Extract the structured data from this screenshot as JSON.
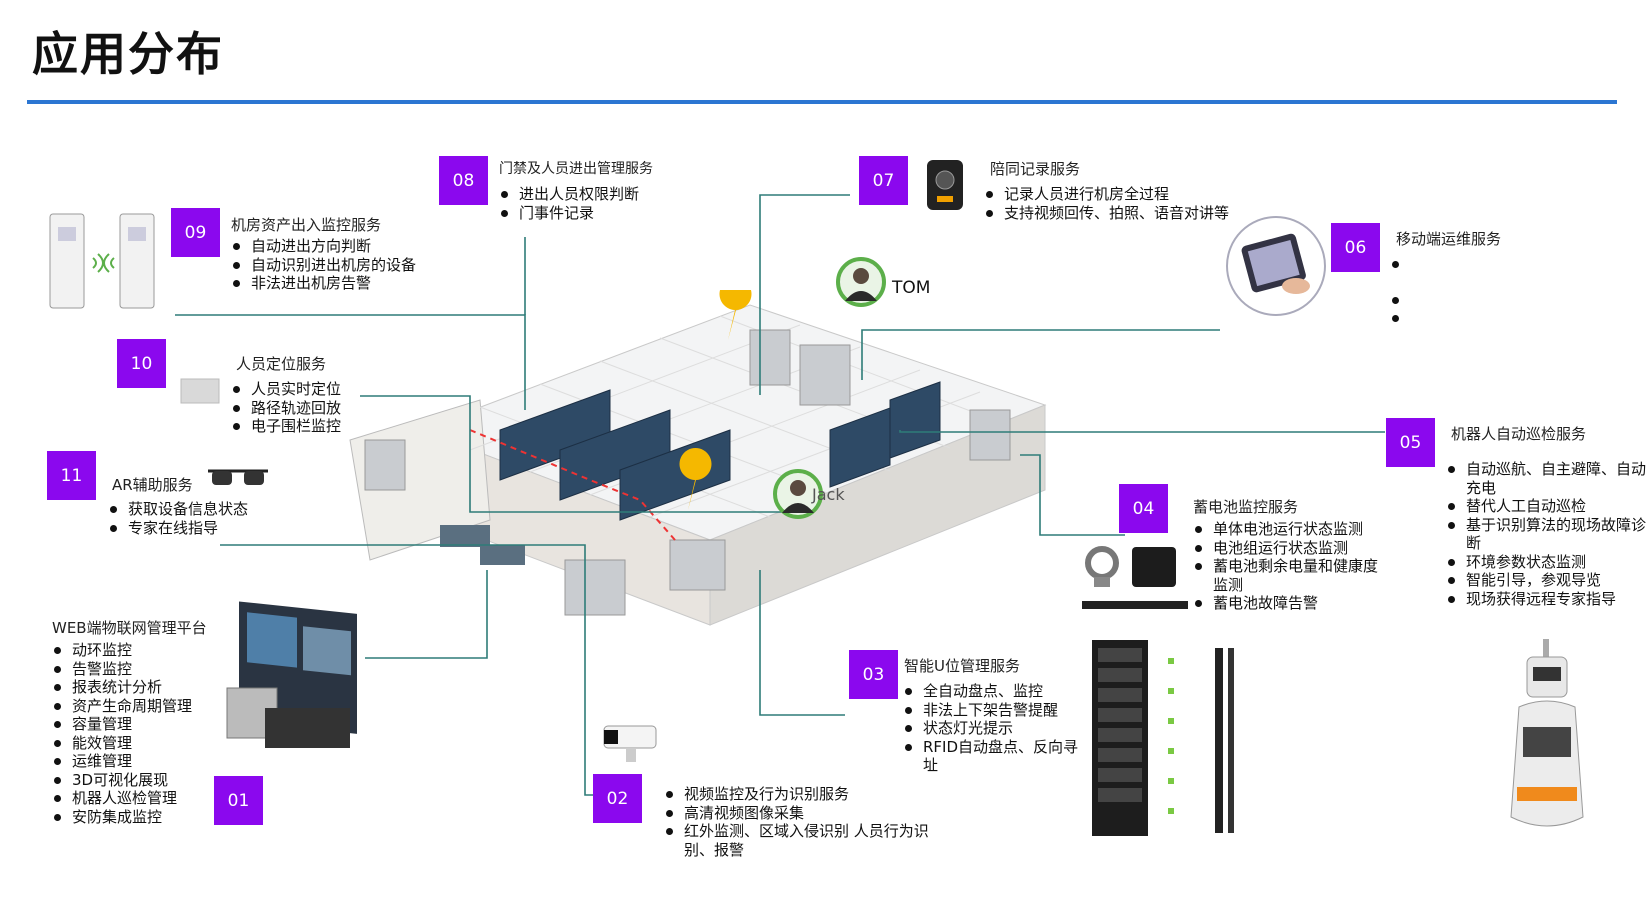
{
  "header": {
    "title": "应用分布"
  },
  "people": {
    "tom": "TOM",
    "jack": "Jack"
  },
  "services": {
    "s09": {
      "num": "09",
      "title": "机房资产出入监控服务",
      "items": [
        "自动进出方向判断",
        "自动识别进出机房的设备",
        "非法进出机房告警"
      ]
    },
    "s08": {
      "num": "08",
      "title": "门禁及人员进出管理服务",
      "items": [
        "进出人员权限判断",
        "门事件记录"
      ]
    },
    "s07": {
      "num": "07",
      "title": "陪同记录服务",
      "items": [
        "记录人员进行机房全过程",
        "支持视频回传、拍照、语音对讲等"
      ]
    },
    "s06": {
      "num": "06",
      "title": "移动端运维服务",
      "items": [
        "",
        "",
        ""
      ]
    },
    "s10": {
      "num": "10",
      "title": "人员定位服务",
      "items": [
        "人员实时定位",
        "路径轨迹回放",
        "电子围栏监控"
      ]
    },
    "s11": {
      "num": "11",
      "title": "AR辅助服务",
      "items": [
        "获取设备信息状态",
        "专家在线指导"
      ]
    },
    "s05": {
      "num": "05",
      "title": "机器人自动巡检服务",
      "items": [
        "自动巡航、自主避障、自动充电",
        "替代人工自动巡检",
        "基于识别算法的现场故障诊断",
        "环境参数状态监测",
        "智能引导，参观导览",
        "现场获得远程专家指导"
      ]
    },
    "s04": {
      "num": "04",
      "title": "蓄电池监控服务",
      "items": [
        "单体电池运行状态监测",
        "电池组运行状态监测",
        "蓄电池剩余电量和健康度监测",
        "蓄电池故障告警"
      ]
    },
    "s01": {
      "num": "01",
      "title": "WEB端物联网管理平台",
      "items": [
        "动环监控",
        "告警监控",
        "报表统计分析",
        "资产生命周期管理",
        "容量管理",
        "能效管理",
        "运维管理",
        "3D可视化展现",
        "机器人巡检管理",
        "安防集成监控"
      ]
    },
    "s03": {
      "num": "03",
      "title": "智能U位管理服务",
      "items": [
        "全自动盘点、监控",
        "非法上下架告警提醒",
        "状态灯光提示",
        "RFID自动盘点、反向寻址"
      ]
    },
    "s02": {
      "num": "02",
      "title": "",
      "items": [
        "视频监控及行为识别服务",
        "高清视频图像采集",
        "红外监测、区域入侵识别 人员行为识别、报警"
      ]
    }
  },
  "colors": {
    "accent": "#8b08ee",
    "rule": "#2b76d2",
    "connector": "#2e7c78",
    "pin": "#f5b800"
  },
  "icons": [
    "gate-device-icon",
    "body-camera-icon",
    "tablet-hand-icon",
    "locator-tag-icon",
    "ar-glasses-icon",
    "monitor-icon",
    "dome-camera-icon",
    "server-rack-icon",
    "robot-icon",
    "battery-sensor-icon",
    "location-pin-icon",
    "avatar-icon"
  ]
}
